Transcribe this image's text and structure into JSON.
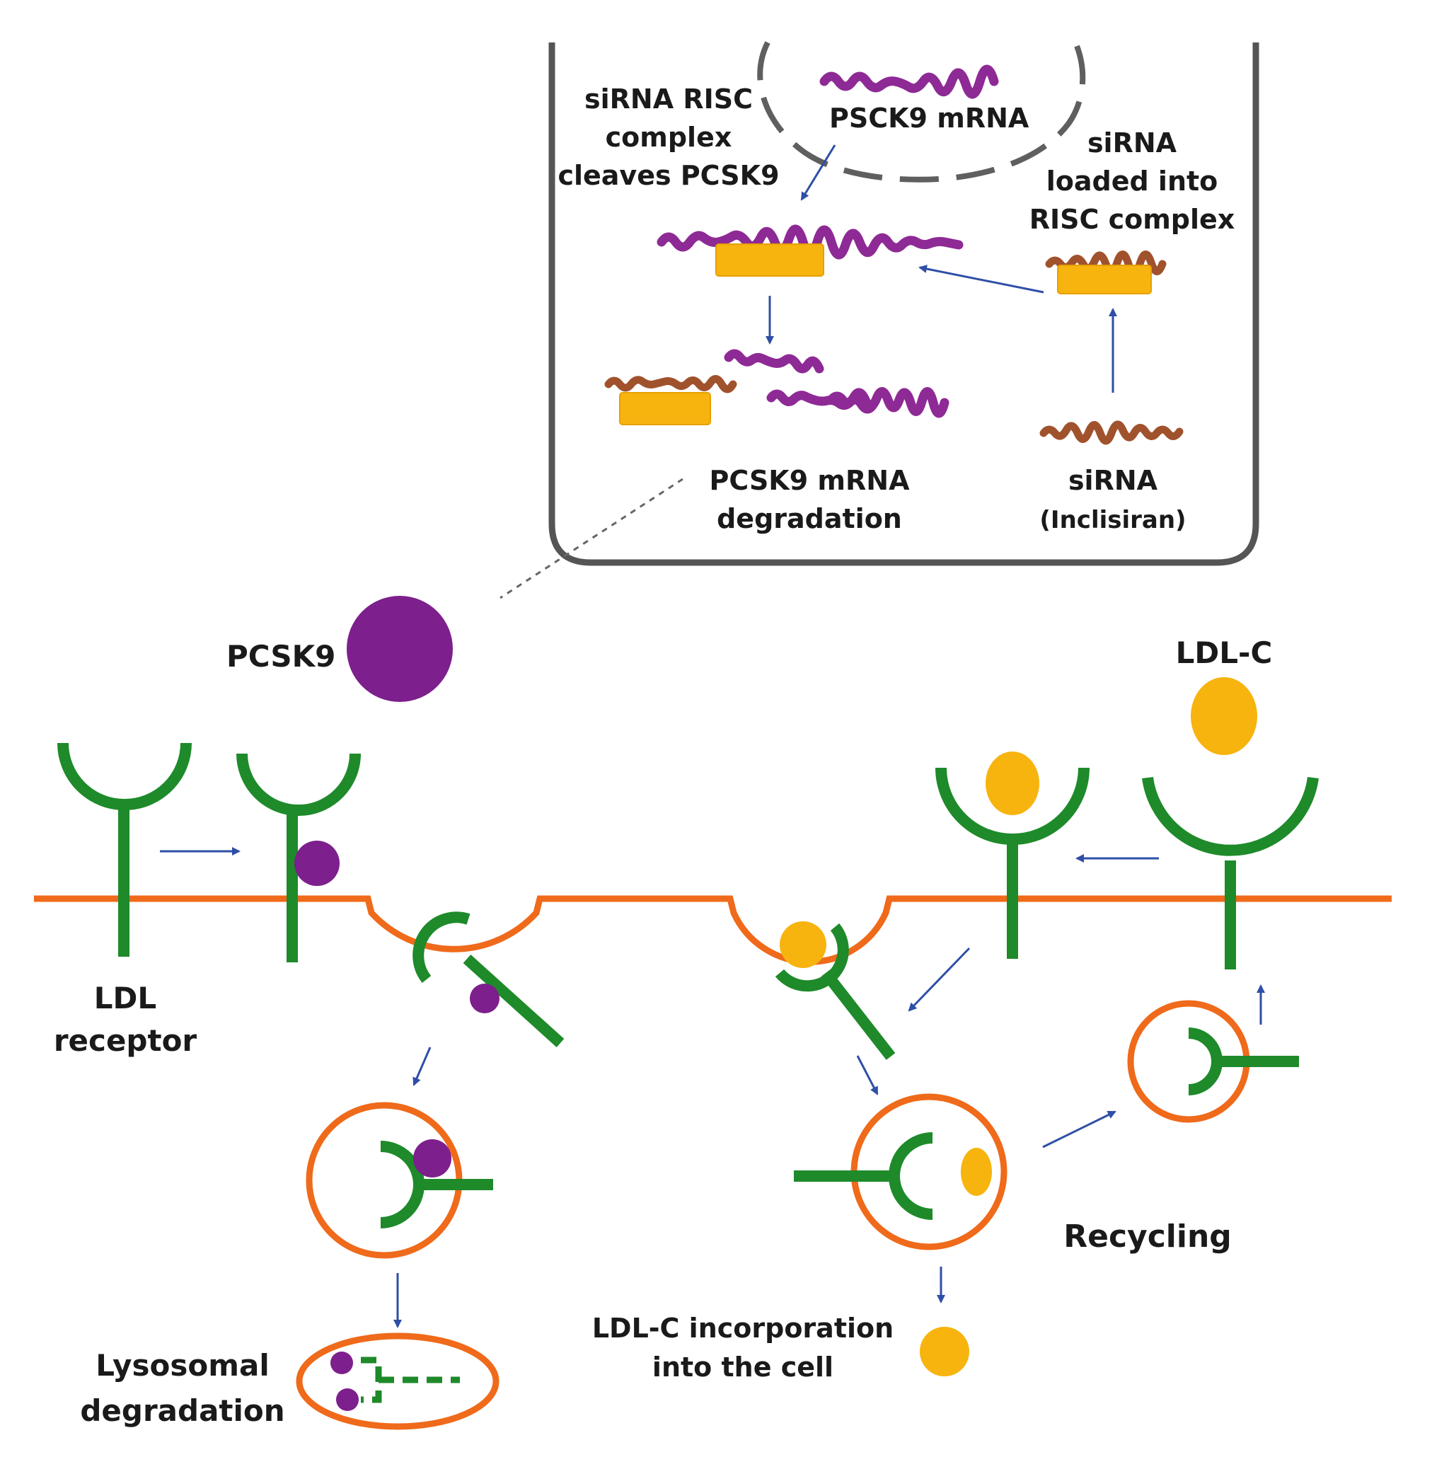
{
  "inset": {
    "pcsk9_mrna": "PSCK9 mRNA",
    "risc_cleaves": [
      "siRNA RISC",
      "complex",
      "cleaves PCSK9"
    ],
    "sirna_loaded": [
      "siRNA",
      "loaded into",
      "RISC complex"
    ],
    "mrna_degradation": [
      "PCSK9 mRNA",
      "degradation"
    ],
    "sirna": [
      "siRNA",
      "(Inclisiran)"
    ]
  },
  "labels": {
    "pcsk9": "PCSK9",
    "ldl_c": "LDL-C",
    "ldl_receptor": [
      "LDL",
      "receptor"
    ],
    "lysosomal": [
      "Lysosomal",
      "degradation"
    ],
    "recycling": "Recycling",
    "incorporation": [
      "LDL-C incorporation",
      "into the cell"
    ]
  },
  "colors": {
    "receptor": "#1e8a2a",
    "membrane": "#ef6a1a",
    "pcsk9": "#7d1f8c",
    "ldl_c": "#f7b40f",
    "arrow": "#2f4fa6",
    "inset_border": "#555555"
  }
}
